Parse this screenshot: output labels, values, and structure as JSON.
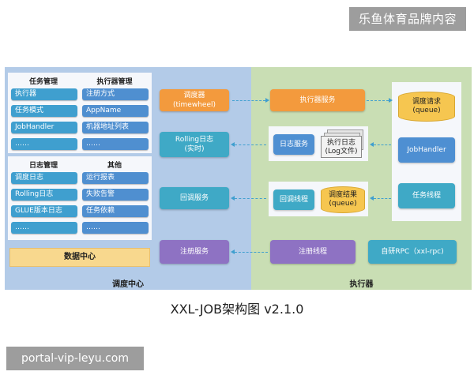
{
  "watermark": {
    "top": "乐鱼体育品牌内容",
    "bottom": "portal-vip-leyu.com"
  },
  "caption": "XXL-JOB架构图 v2.1.0",
  "left_panel": {
    "label": "调度中心",
    "groups": [
      {
        "title": "任务管理",
        "items": [
          "执行器",
          "任务模式",
          "JobHandler",
          "……"
        ]
      },
      {
        "title": "执行器管理",
        "items": [
          "注册方式",
          "AppName",
          "机器地址列表",
          "……"
        ]
      },
      {
        "title": "日志管理",
        "items": [
          "调度日志",
          "Rolling日志",
          "GLUE版本日志",
          "……"
        ]
      },
      {
        "title": "其他",
        "items": [
          "运行报表",
          "失败告警",
          "任务依赖",
          "……"
        ]
      }
    ],
    "data_center": "数据中心",
    "services": {
      "scheduler": "调度器\n(timewheel)",
      "rolling_log": "Rolling日志\n(实时)",
      "callback": "回调服务",
      "register": "注册服务"
    }
  },
  "right_panel": {
    "label": "执行器",
    "executor_service": "执行器服务",
    "log_service": "日志服务",
    "log_file": "执行日志\n(Log文件)",
    "callback_thread": "回调线程",
    "callback_result": "调度结果\n(queue)",
    "register_thread": "注册线程",
    "rpc": "自研RPC（xxl-rpc)",
    "request_queue": "调度请求\n(queue)",
    "jobhandler": "JobHandler",
    "task_thread": "任务线程"
  },
  "colors": {
    "left_bg": "#b3cbe8",
    "right_bg": "#c9deb4",
    "orange": "#f39a3d",
    "teal": "#3fa9c6",
    "purple": "#8e72c3"
  }
}
